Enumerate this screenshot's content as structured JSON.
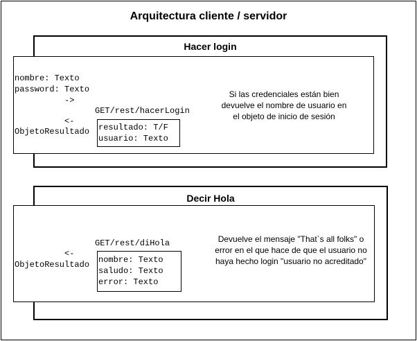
{
  "diagram": {
    "title": "Arquitectura cliente / servidor"
  },
  "login": {
    "title": "Hacer login",
    "request_lines": [
      "nombre: Texto",
      "password: Texto",
      "->"
    ],
    "response_arrow": "<-",
    "response_label": "ObjetoResultado",
    "endpoint": "GET/rest/hacerLogin",
    "result_fields": [
      "resultado: T/F",
      "usuario: Texto"
    ],
    "description": "Si las credenciales están bien devuelve el nombre de usuario en el objeto de inicio de sesión"
  },
  "hola": {
    "title": "Decir Hola",
    "response_arrow": "<-",
    "response_label": "ObjetoResultado",
    "endpoint": "GET/rest/diHola",
    "result_fields": [
      "nombre: Texto",
      "saludo: Texto",
      "error: Texto"
    ],
    "description": "Devuelve el mensaje \"That`s all folks\" o error en el que hace de que el usuario no haya hecho login \"usuario no acreditado\""
  }
}
